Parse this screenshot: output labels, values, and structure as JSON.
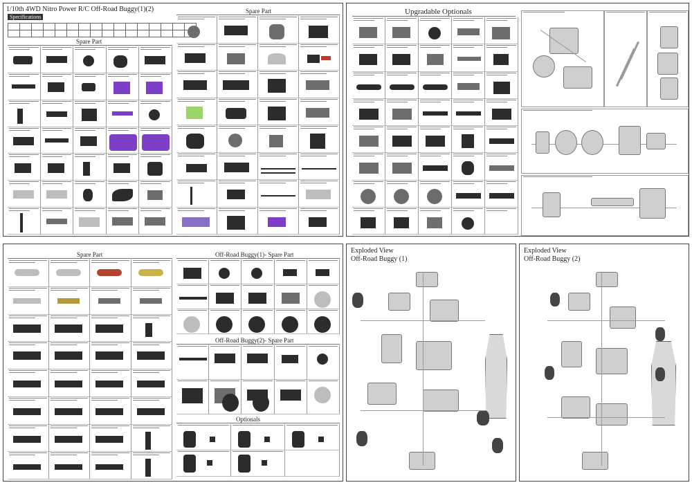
{
  "top_left": {
    "title": "1/10th 4WD Nitro Power R/C Off-Road Buggy(1)(2)",
    "specifications_label": "Specifications",
    "spare_part_right": "Spare Part",
    "spare_part_left": "Spare Part"
  },
  "top_right": {
    "title": "Upgradable Optionals"
  },
  "bottom_left": {
    "spare_part": "Spare Part",
    "buggy1_spare": "Off-Road Buggy(1)- Spare Part",
    "buggy2_spare": "Off-Road Buggy(2)- Spare Part",
    "optionals": "Optionals"
  },
  "exploded1": {
    "line1": "Exploded View",
    "line2": "Off-Road Buggy (1)"
  },
  "exploded2": {
    "line1": "Exploded View",
    "line2": "Off-Road Buggy (2)"
  }
}
